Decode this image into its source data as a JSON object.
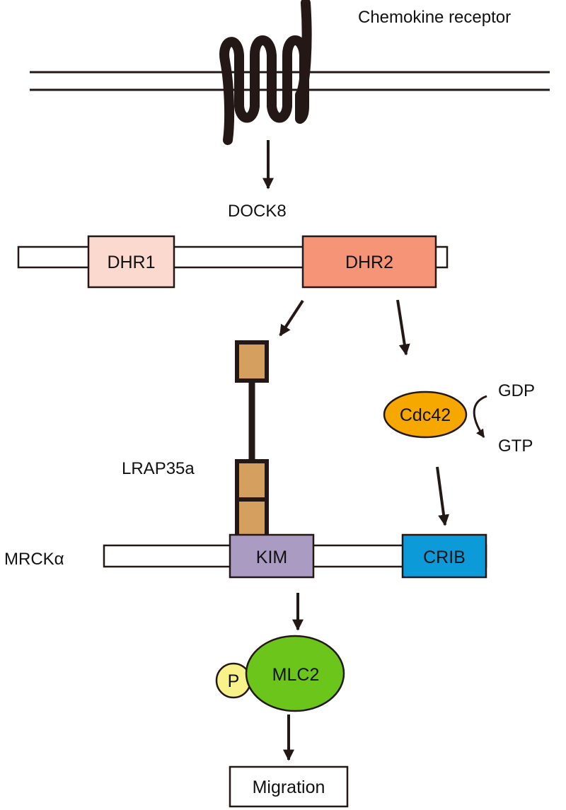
{
  "labels": {
    "chemokine_receptor": "Chemokine receptor",
    "dock8": "DOCK8",
    "lrap35a": "LRAP35a",
    "mrck": "MRCKα",
    "gdp": "GDP",
    "gtp": "GTP"
  },
  "domains": {
    "dhr1": "DHR1",
    "dhr2": "DHR2",
    "cdc42": "Cdc42",
    "kim": "KIM",
    "crib": "CRIB",
    "phospho": "P",
    "mlc2": "MLC2",
    "migration": "Migration"
  },
  "colors": {
    "dhr1_fill": "#fbd9cf",
    "dhr2_fill": "#f69478",
    "lrap_fill": "#d3a05f",
    "cdc42_fill": "#f7a800",
    "kim_fill": "#a99bc1",
    "crib_fill": "#0d9ad8",
    "mlc2_fill": "#6cc51b",
    "phospho_fill": "#f9f28a",
    "outline": "#231815",
    "receptor": "#231815"
  }
}
